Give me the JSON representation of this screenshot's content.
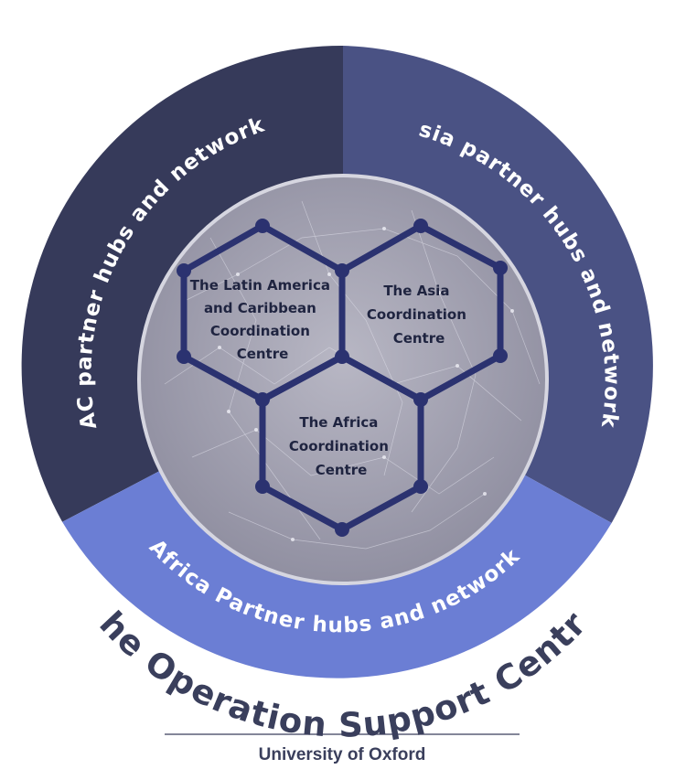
{
  "segments": {
    "lac": "LAC partner hubs and networks",
    "asia": "Asia partner hubs and networks",
    "africa": "Africa Partner hubs and networks"
  },
  "hexagons": {
    "latin_america": [
      "The Latin America",
      "and Caribbean",
      "Coordination",
      "Centre"
    ],
    "asia": [
      "The Asia",
      "Coordination",
      "Centre"
    ],
    "africa": [
      "The Africa",
      "Coordination",
      "Centre"
    ]
  },
  "title": "The Operation Support Centre",
  "subtitle": "University of Oxford",
  "colors": {
    "lac_segment": "#363a5a",
    "asia_segment": "#4a5284",
    "africa_segment": "#6b7ed4",
    "hex_stroke": "#2b3270",
    "title_text": "#3a3f5c",
    "globe": "#a9a9b9"
  }
}
